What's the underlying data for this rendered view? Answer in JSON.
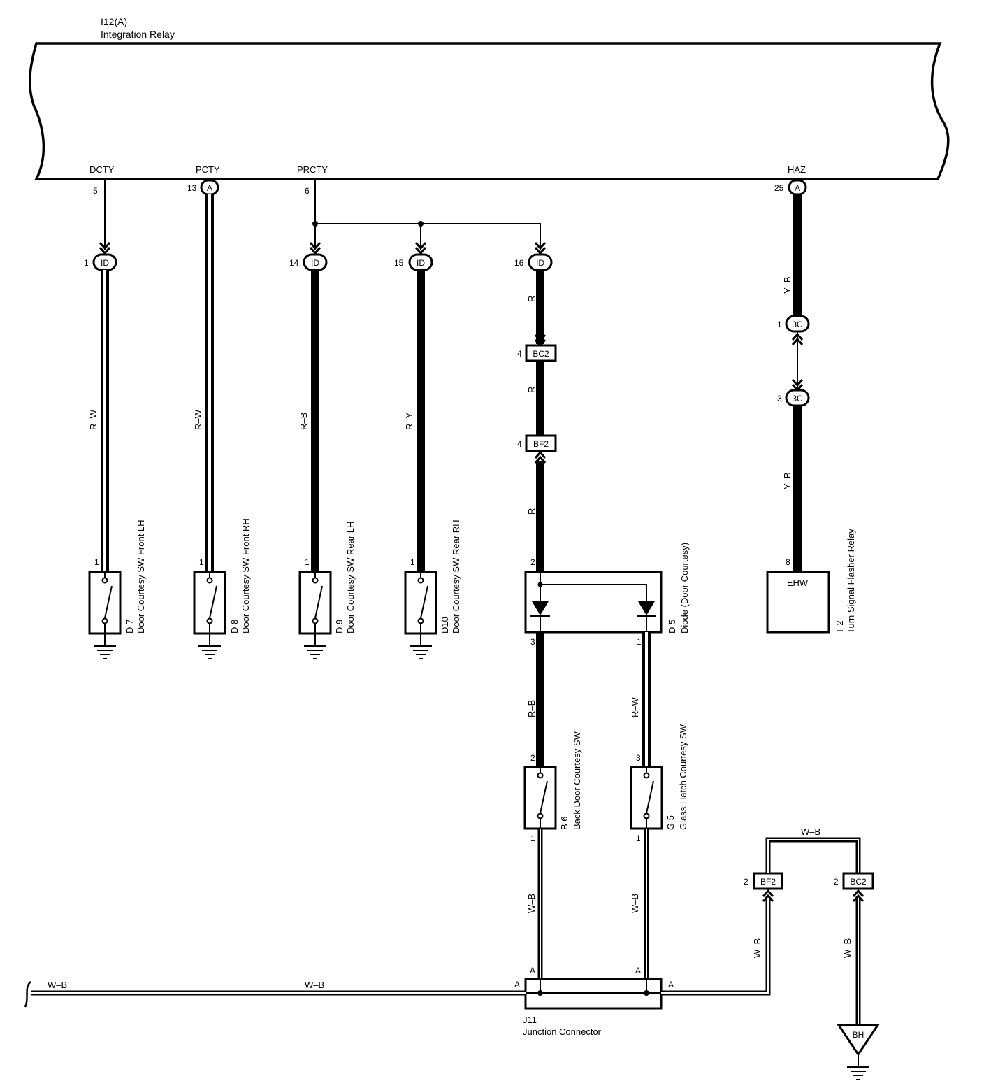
{
  "relay": {
    "code": "I12(A)",
    "name": "Integration Relay",
    "terminals": {
      "dcty": {
        "name": "DCTY",
        "pin": "5"
      },
      "pcty": {
        "name": "PCTY",
        "pin": "13",
        "conn": "A"
      },
      "prcty": {
        "name": "PRCTY",
        "pin": "6"
      },
      "haz": {
        "name": "HAZ",
        "pin": "25",
        "conn": "A"
      }
    }
  },
  "branches": [
    {
      "pin": "1",
      "conn": "ID",
      "wire": "R–W",
      "sw_pin": "1",
      "code": "D 7",
      "name": "Door Courtesy SW Front LH"
    },
    {
      "pin": "",
      "conn": "",
      "wire": "R–W",
      "sw_pin": "1",
      "code": "D 8",
      "name": "Door Courtesy SW Front RH"
    },
    {
      "pin": "14",
      "conn": "ID",
      "wire": "R–B",
      "sw_pin": "1",
      "code": "D 9",
      "name": "Door Courtesy SW Rear LH"
    },
    {
      "pin": "15",
      "conn": "ID",
      "wire": "R–Y",
      "sw_pin": "1",
      "code": "D10",
      "name": "Door Courtesy SW Rear RH"
    }
  ],
  "back_path": {
    "id_pin": "16",
    "id_conn": "ID",
    "wire_r": "R",
    "bc2_pin": "4",
    "bc2": "BC2",
    "bf2_pin": "4",
    "bf2": "BF2",
    "diode": {
      "code": "D 5",
      "name": "Diode (Door Courtesy)",
      "pin_in": "2",
      "pin_out_left": "3",
      "pin_out_right": "1"
    },
    "wire_rb": "R–B",
    "wire_rw": "R–W",
    "back_sw": {
      "code": "B 6",
      "name": "Back Door Courtesy SW",
      "pin_top": "2",
      "pin_bottom": "1"
    },
    "glass_sw": {
      "code": "G 5",
      "name": "Glass Hatch Courtesy SW",
      "pin_top": "3",
      "pin_bottom": "1"
    },
    "wire_wb": "W–B"
  },
  "haz_path": {
    "wire": "Y–B",
    "conn1_pin": "1",
    "conn": "3C",
    "conn2_pin": "3",
    "relay_pin": "8",
    "relay_terminal": "EHW",
    "relay_code": "T 2",
    "relay_name": "Turn Signal Flasher Relay"
  },
  "ground": {
    "wire": "W–B",
    "junction": {
      "code": "J11",
      "name": "Junction Connector",
      "pin": "A"
    },
    "bf2_pin": "2",
    "bf2": "BF2",
    "bc2_pin": "2",
    "bc2": "BC2",
    "ground_point": "BH"
  }
}
